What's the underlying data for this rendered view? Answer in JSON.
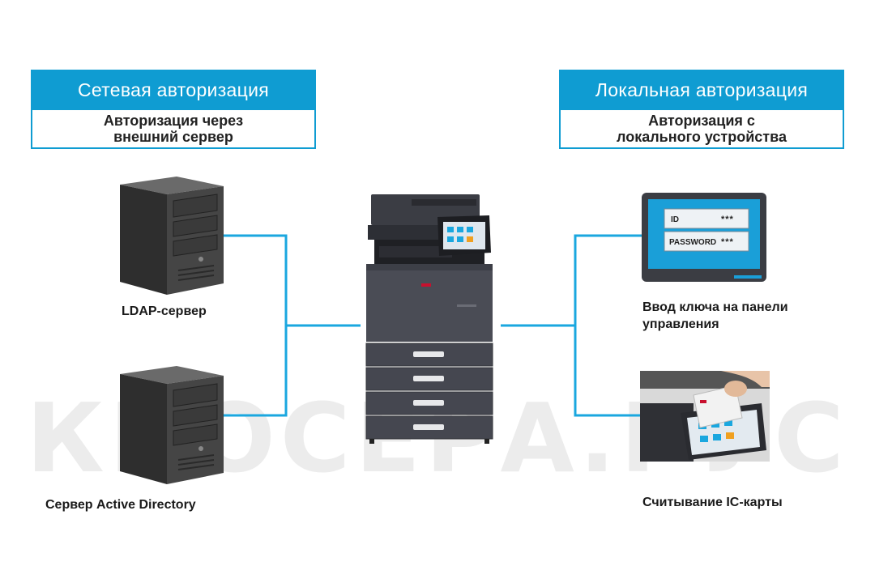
{
  "watermark": "КИОСЕРА.РУС",
  "network_auth": {
    "title": "Сетевая авторизация",
    "subtitle": "Авторизация через\nвнешний сервер",
    "items": [
      {
        "label": "LDAP-сервер"
      },
      {
        "label": "Сервер Active Directory"
      }
    ]
  },
  "local_auth": {
    "title": "Локальная авторизация",
    "subtitle": "Авторизация с\nлокального устройства",
    "items": [
      {
        "label": "Ввод ключа на панели\nуправления"
      },
      {
        "label": "Считывание IC-карты"
      }
    ]
  },
  "login_panel": {
    "id_label": "ID",
    "id_value": "***",
    "password_label": "PASSWORD",
    "password_value": "***"
  },
  "colors": {
    "accent": "#0f9cd2",
    "connector": "#1aa7df"
  }
}
